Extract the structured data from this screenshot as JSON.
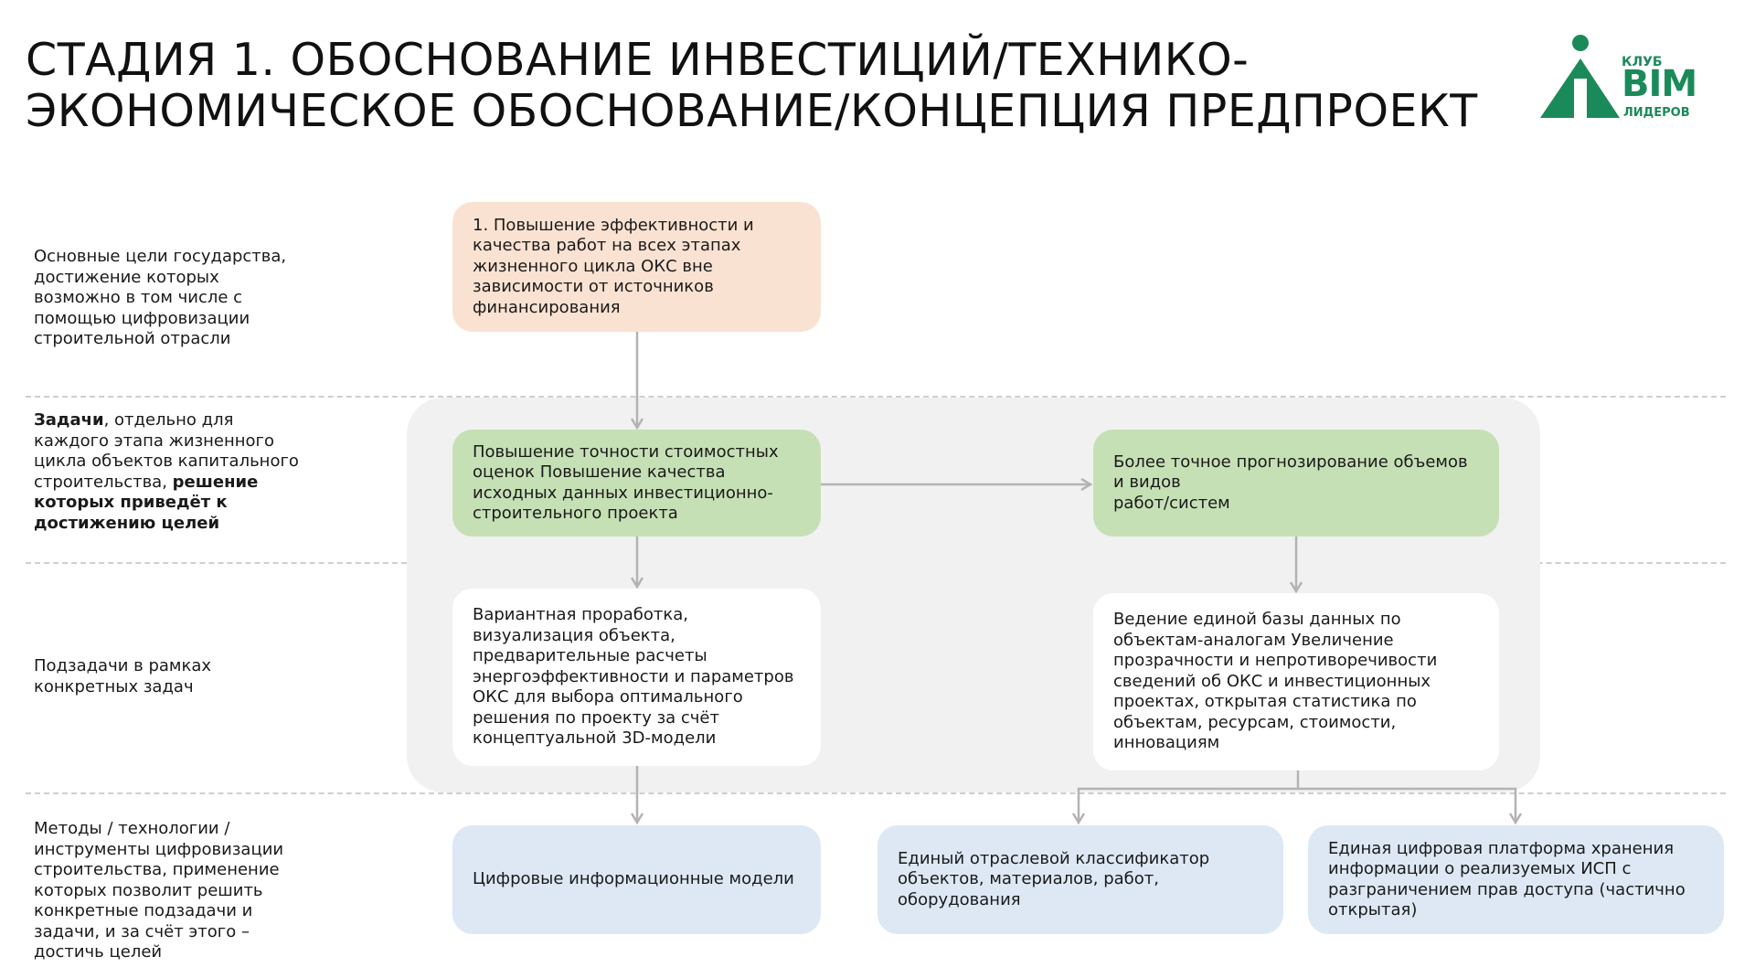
{
  "title": {
    "line1": "СТАДИЯ 1. ОБОСНОВАНИЕ ИНВЕСТИЦИЙ/ТЕХНИКО-",
    "line2": "ЭКОНОМИЧЕСКОЕ ОБОСНОВАНИЕ/КОНЦЕПЦИЯ ПРЕДПРОЕКТ"
  },
  "logo": {
    "klub": "КЛУБ",
    "bim": "BIM",
    "liderov": "ЛИДЕРОВ",
    "color": "#1b8a5a"
  },
  "rows": {
    "goals": "Основные цели государства, достижение которых возможно в том числе с помощью цифровизации строительной отрасли",
    "tasks": {
      "part1": "Задачи",
      "part2": ", отдельно для каждого этапа жизненного цикла объектов капитального строительства, ",
      "part3": "решение которых приведёт к достижению целей"
    },
    "subtasks": "Подзадачи в рамках конкретных задач",
    "methods": "Методы / технологии / инструменты цифровизации строительства, применение которых позволит решить конкретные подзадачи и задачи, и за счёт этого – достичь целей"
  },
  "boxes": {
    "goal": "1. Повышение эффективности и качества работ на всех этапах жизненного цикла ОКС вне зависимости от источников финансирования",
    "task_left": "Повышение точности стоимостных оценок Повышение качества исходных данных инвестиционно-строительного проекта",
    "task_right_1": "Более точное прогнозирование объемов и видов",
    "task_right_2": "работ/систем",
    "sub_left": "Вариантная проработка, визуализация объекта, предварительные расчеты энергоэффективности и параметров ОКС для выбора оптимального решения по проекту за счёт концептуальной 3D-модели",
    "sub_right": "Ведение единой базы данных по объектам-аналогам Увеличение прозрачности и непротиворечивости сведений об ОКС и инвестиционных проектах, открытая статистика по объектам, ресурсам, стоимости, инновациям",
    "method_1": "Цифровые информационные модели",
    "method_2": "Единый отраслевой классификатор объектов, материалов, работ, оборудования",
    "method_3": "Единая цифровая платформа хранения информации о реализуемых ИСП с разграничением прав доступа (частично открытая)"
  },
  "colors": {
    "goal_box": "#fae2d2",
    "task_box": "#c6e0b5",
    "subtask_box": "#ffffff",
    "method_box": "#dde8f4",
    "panel": "#f1f1f1",
    "arrow": "#b3b3b3"
  }
}
